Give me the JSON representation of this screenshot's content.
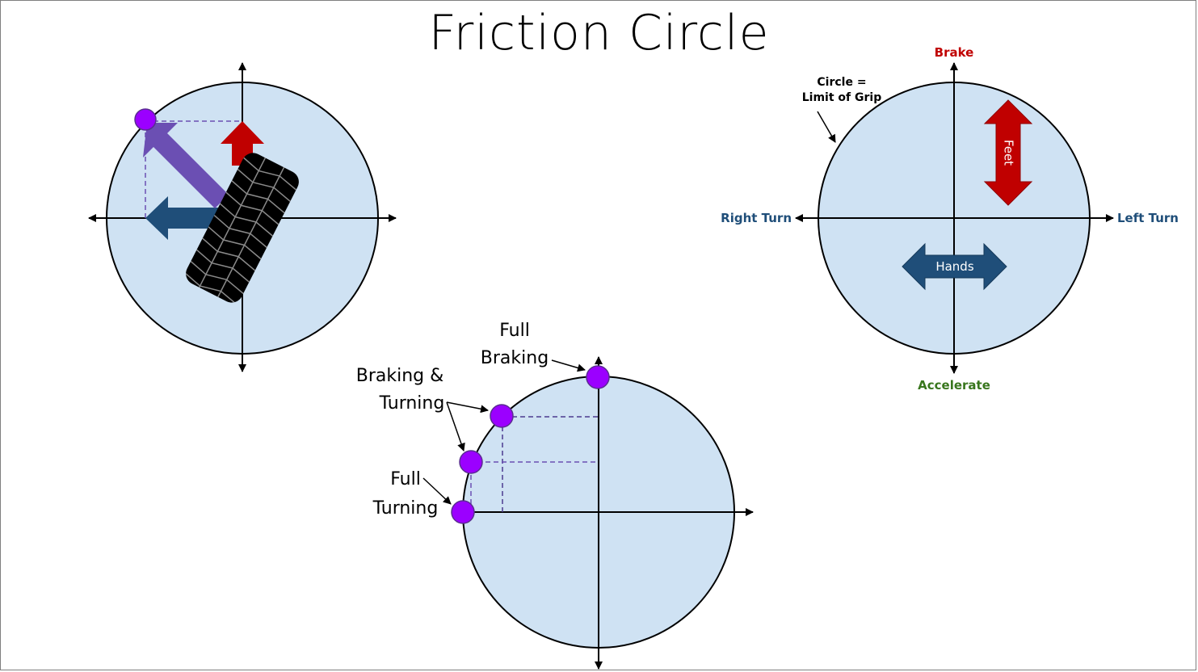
{
  "slide": {
    "title": "Friction Circle"
  },
  "colors": {
    "circle_fill": "#cfe2f3",
    "axis": "#000000",
    "brake_red": "#c00000",
    "turn_blue": "#1f4e79",
    "accel_green": "#38761d",
    "combined_purple": "#6b4fb3",
    "point_purple": "#9b00ff",
    "tire_black": "#000000"
  },
  "icons": [
    "tire-icon",
    "double-arrow-icon",
    "point-marker-icon"
  ],
  "right_diagram": {
    "top_label": "Brake",
    "bottom_label": "Accelerate",
    "left_label": "Right Turn",
    "right_label": "Left Turn",
    "circle_note_line1": "Circle =",
    "circle_note_line2": "Limit of Grip",
    "vertical_arrow_label": "Feet",
    "horizontal_arrow_label": "Hands"
  },
  "bottom_diagram": {
    "full_braking_line1": "Full",
    "full_braking_line2": "Braking",
    "braking_turning_line1": "Braking &",
    "braking_turning_line2": "Turning",
    "full_turning_line1": "Full",
    "full_turning_line2": "Turning"
  }
}
